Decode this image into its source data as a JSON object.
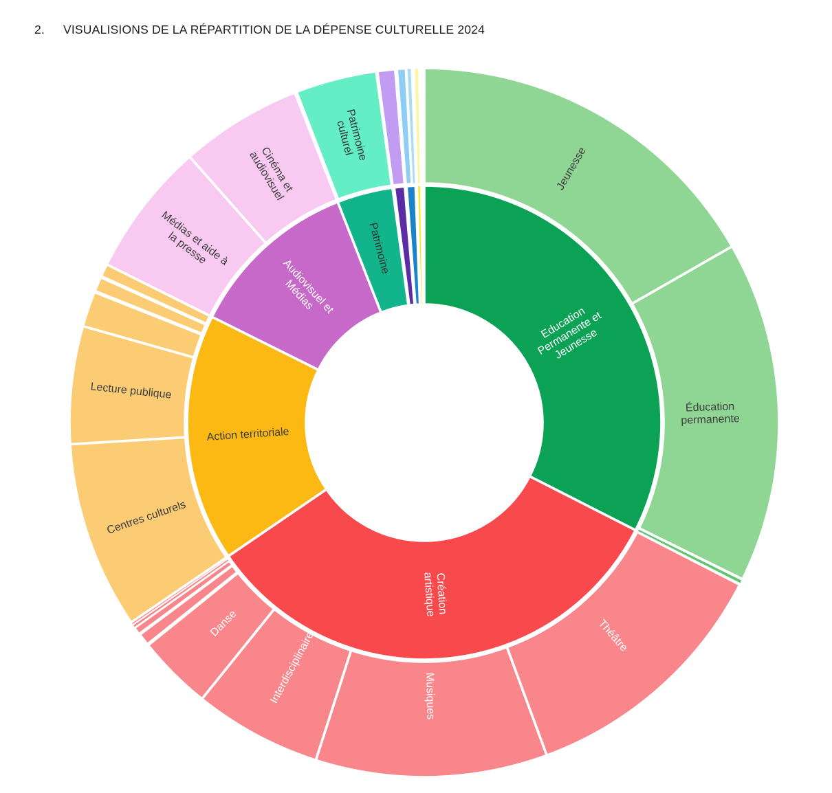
{
  "title": {
    "number": "2.",
    "text": "VISUALISIONS DE LA RÉPARTITION DE LA DÉPENSE CULTURELLE 2024"
  },
  "chart_data": {
    "type": "sunburst",
    "title": "VISUALISIONS DE LA RÉPARTITION DE LA DÉPENSE CULTURELLE 2024",
    "value_unit": "percent share of total ring (estimated from arc angles)",
    "angles_unit": "degrees clockwise from 12 o'clock",
    "legend_position": "none",
    "inner_ring": [
      {
        "id": "education-permanente-et-jeunesse",
        "label": "Education Permanente et Jeunesse",
        "label_lines": [
          "Education",
          "Permanente et",
          "Jeunesse"
        ],
        "color": "#0ba255",
        "text_color": "#ffffff",
        "start_deg": 0.0,
        "end_deg": 117.0,
        "share_pct": 32.5,
        "label_r": 248
      },
      {
        "id": "creation-artistique",
        "label": "Création artistique",
        "label_lines": [
          "Création",
          "artistique"
        ],
        "color": "#f8494c",
        "text_color": "#ffffff",
        "start_deg": 117.0,
        "end_deg": 235.7,
        "share_pct": 33.0,
        "label_r": 250
      },
      {
        "id": "action-territoriale",
        "label": "Action territoriale",
        "label_lines": [
          "Action territoriale"
        ],
        "color": "#fdb913",
        "text_color": "#3d3d3d",
        "start_deg": 235.7,
        "end_deg": 296.5,
        "share_pct": 16.9,
        "label_r": 257
      },
      {
        "id": "audiovisuel-et-medias",
        "label": "Audiovisuel et Médias",
        "label_lines": [
          "Audiovisuel et",
          "Médias"
        ],
        "color": "#c669c9",
        "text_color": "#ffffff",
        "start_deg": 296.5,
        "end_deg": 338.6,
        "share_pct": 11.7,
        "label_r": 260
      },
      {
        "id": "patrimoine",
        "label": "Patrimoine",
        "label_lines": [
          "Patrimoine"
        ],
        "color": "#12b48c",
        "text_color": "#333333",
        "start_deg": 338.6,
        "end_deg": 352.3,
        "share_pct": 3.8,
        "label_r": 262
      },
      {
        "id": "inner-small-indigo",
        "label": "",
        "label_lines": [],
        "color": "#5c2ca5",
        "text_color": "#ffffff",
        "start_deg": 352.7,
        "end_deg": 355.3,
        "share_pct": 0.7
      },
      {
        "id": "inner-small-blue",
        "label": "",
        "label_lines": [],
        "color": "#1a83c9",
        "text_color": "#ffffff",
        "start_deg": 355.7,
        "end_deg": 357.9,
        "share_pct": 0.6
      },
      {
        "id": "inner-small-yellow",
        "label": "",
        "label_lines": [],
        "color": "#ffe41f",
        "text_color": "#333333",
        "start_deg": 358.4,
        "end_deg": 359.1,
        "share_pct": 0.2
      }
    ],
    "outer_ring": [
      {
        "id": "jeunesse",
        "parent": "education-permanente-et-jeunesse",
        "label": "Jeunesse",
        "label_lines": [
          "Jeunesse"
        ],
        "color": "#8fd694",
        "text_color": "#3d3d3d",
        "start_deg": 0.0,
        "end_deg": 60.2,
        "share_pct": 16.7,
        "label_r": 427
      },
      {
        "id": "education-permanente",
        "parent": "education-permanente-et-jeunesse",
        "label": "Éducation permanente",
        "label_lines": [
          "Éducation",
          "permanente"
        ],
        "color": "#8fd694",
        "text_color": "#3d3d3d",
        "start_deg": 60.2,
        "end_deg": 116.2,
        "share_pct": 15.6,
        "label_r": 416
      },
      {
        "id": "epj-sliver",
        "parent": "education-permanente-et-jeunesse",
        "label": "",
        "label_lines": [],
        "color": "#5fc573",
        "text_color": "#3d3d3d",
        "start_deg": 116.4,
        "end_deg": 117.0,
        "share_pct": 0.2
      },
      {
        "id": "theatre",
        "parent": "creation-artistique",
        "label": "Théâtre",
        "label_lines": [
          "Théâtre"
        ],
        "color": "#f9868b",
        "text_color": "#ffffff",
        "start_deg": 117.2,
        "end_deg": 159.8,
        "share_pct": 11.8,
        "label_r": 414
      },
      {
        "id": "musiques",
        "parent": "creation-artistique",
        "label": "Musiques",
        "label_lines": [
          "Musiques"
        ],
        "color": "#f9868b",
        "text_color": "#ffffff",
        "start_deg": 159.8,
        "end_deg": 197.8,
        "share_pct": 10.6,
        "label_r": 398
      },
      {
        "id": "interdisciplinaire",
        "parent": "creation-artistique",
        "label": "Interdisciplinaire",
        "label_lines": [
          "Interdisciplinaire"
        ],
        "color": "#f9868b",
        "text_color": "#ffffff",
        "start_deg": 197.8,
        "end_deg": 218.8,
        "share_pct": 5.8,
        "label_r": 405
      },
      {
        "id": "danse",
        "parent": "creation-artistique",
        "label": "Danse",
        "label_lines": [
          "Danse"
        ],
        "color": "#f9868b",
        "text_color": "#ffffff",
        "start_deg": 218.8,
        "end_deg": 231.1,
        "share_pct": 3.4,
        "label_r": 413
      },
      {
        "id": "creation-sliver-1",
        "parent": "creation-artistique",
        "label": "",
        "label_lines": [],
        "color": "#f9868b",
        "text_color": "#ffffff",
        "start_deg": 231.3,
        "end_deg": 233.3,
        "share_pct": 0.6
      },
      {
        "id": "creation-sliver-2",
        "parent": "creation-artistique",
        "label": "",
        "label_lines": [],
        "color": "#f9868b",
        "text_color": "#ffffff",
        "start_deg": 233.5,
        "end_deg": 234.6,
        "share_pct": 0.3
      },
      {
        "id": "creation-sliver-3",
        "parent": "creation-artistique",
        "label": "",
        "label_lines": [],
        "color": "#f9868b",
        "text_color": "#ffffff",
        "start_deg": 234.75,
        "end_deg": 235.15,
        "share_pct": 0.1
      },
      {
        "id": "creation-sliver-4",
        "parent": "creation-artistique",
        "label": "",
        "label_lines": [],
        "color": "#f87d82",
        "text_color": "#ffffff",
        "start_deg": 235.3,
        "end_deg": 235.7,
        "share_pct": 0.1
      },
      {
        "id": "centres-culturels",
        "parent": "action-territoriale",
        "label": "Centres culturels",
        "label_lines": [
          "Centres culturels"
        ],
        "color": "#fbcc74",
        "text_color": "#3d3d3d",
        "start_deg": 235.7,
        "end_deg": 266.5,
        "share_pct": 8.6,
        "label_r": 427
      },
      {
        "id": "lecture-publique",
        "parent": "action-territoriale",
        "label": "Lecture publique",
        "label_lines": [
          "Lecture publique"
        ],
        "color": "#fbcc74",
        "text_color": "#3d3d3d",
        "start_deg": 266.5,
        "end_deg": 285.8,
        "share_pct": 5.4,
        "label_r": 429
      },
      {
        "id": "action-sliver-1",
        "parent": "action-territoriale",
        "label": "",
        "label_lines": [],
        "color": "#fbcc74",
        "text_color": "#3d3d3d",
        "start_deg": 285.8,
        "end_deg": 291.6,
        "share_pct": 1.6
      },
      {
        "id": "action-sliver-2",
        "parent": "action-territoriale",
        "label": "",
        "label_lines": [],
        "color": "#fbcc74",
        "text_color": "#3d3d3d",
        "start_deg": 291.8,
        "end_deg": 294.2,
        "share_pct": 0.7
      },
      {
        "id": "action-sliver-3",
        "parent": "action-territoriale",
        "label": "",
        "label_lines": [],
        "color": "#fbcc74",
        "text_color": "#3d3d3d",
        "start_deg": 294.4,
        "end_deg": 296.5,
        "share_pct": 0.6
      },
      {
        "id": "medias-et-aide-a-la-presse",
        "parent": "audiovisuel-et-medias",
        "label": "Médias et aide à la presse",
        "label_lines": [
          "Médias et aide à",
          "la presse"
        ],
        "color": "#f8c9f1",
        "text_color": "#3d3d3d",
        "start_deg": 296.5,
        "end_deg": 318.6,
        "share_pct": 6.1,
        "label_r": 428
      },
      {
        "id": "cinema-et-audiovisuel",
        "parent": "audiovisuel-et-medias",
        "label": "Cinéma et audiovisuel",
        "label_lines": [
          "Cinéma et",
          "audiovisuel"
        ],
        "color": "#f8c9f1",
        "text_color": "#3d3d3d",
        "start_deg": 318.6,
        "end_deg": 338.6,
        "share_pct": 5.6,
        "label_r": 426
      },
      {
        "id": "patrimoine-culturel",
        "parent": "patrimoine",
        "label": "Patrimoine culturel",
        "label_lines": [
          "Patrimoine",
          "culturel"
        ],
        "color": "#63eec6",
        "text_color": "#333333",
        "start_deg": 338.9,
        "end_deg": 352.2,
        "share_pct": 3.7,
        "label_r": 430
      },
      {
        "id": "outer-small-lavender",
        "parent": "inner-small-indigo",
        "label": "",
        "label_lines": [],
        "color": "#c29cf2",
        "text_color": "#333333",
        "start_deg": 352.4,
        "end_deg": 355.3,
        "share_pct": 0.8
      },
      {
        "id": "outer-small-lightblue-1",
        "parent": "inner-small-blue",
        "label": "",
        "label_lines": [],
        "color": "#8ecdf4",
        "text_color": "#333333",
        "start_deg": 355.6,
        "end_deg": 357.0,
        "share_pct": 0.4
      },
      {
        "id": "outer-small-lightblue-2",
        "parent": "inner-small-blue",
        "label": "",
        "label_lines": [],
        "color": "#a9dcf7",
        "text_color": "#333333",
        "start_deg": 357.2,
        "end_deg": 357.9,
        "share_pct": 0.2
      },
      {
        "id": "outer-small-paleyellow",
        "parent": "inner-small-yellow",
        "label": "",
        "label_lines": [],
        "color": "#fcf6a4",
        "text_color": "#333333",
        "start_deg": 358.4,
        "end_deg": 359.1,
        "share_pct": 0.2
      }
    ]
  }
}
